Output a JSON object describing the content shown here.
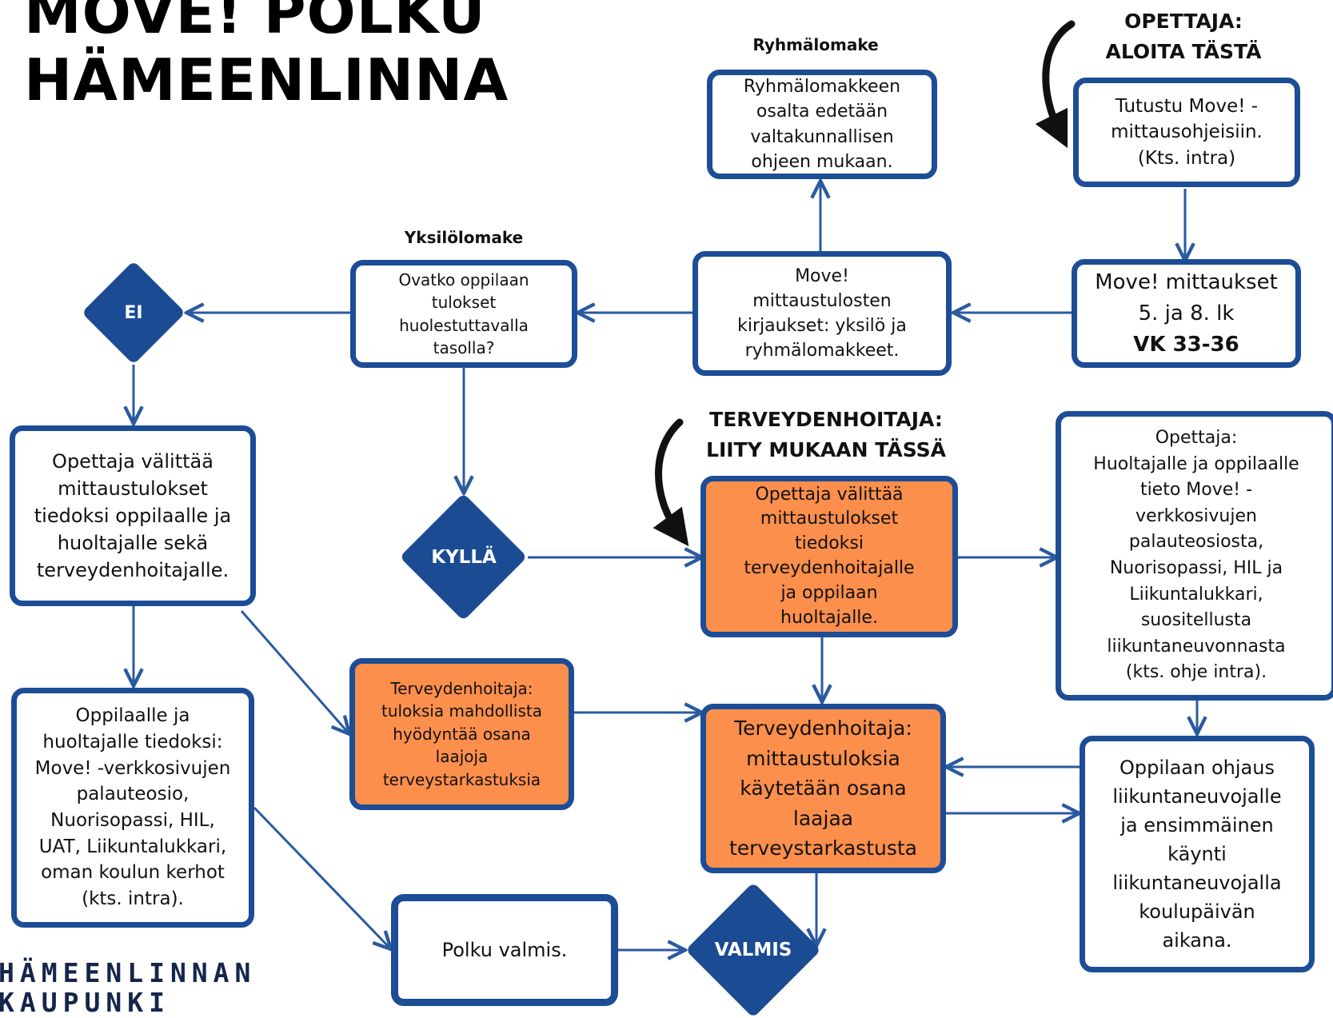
{
  "title": "MOVE! POLKU\nHÄMEENLINNA",
  "labels": {
    "ryhmalomake": "Ryhmälomake",
    "yksilolomake": "Yksilölomake"
  },
  "headings": {
    "opettaja": "OPETTAJA:\nALOITA TÄSTÄ",
    "terveydenhoitaja": "TERVEYDENHOITAJA:\nLIITY MUKAAN TÄSSÄ"
  },
  "boxes": {
    "tutustu": "Tutustu Move! -\nmittausohjeisiin.\n(Kts. intra)",
    "mittaukset_line1": "Move! mittaukset\n5. ja 8. lk",
    "mittaukset_line2": "VK 33-36",
    "kirjaukset": "Move!\nmittaustulosten\nkirjaukset: yksilö ja\nryhmälomakkeet.",
    "ryhmalomake_box": "Ryhmälomakkeen\nosalta edetään\nvaltakunnallisen\nohjeen mukaan.",
    "ovatko": "Ovatko oppilaan\ntulokset\nhuolestuttavalla\ntasolla?",
    "opettaja_valittaa_ei": "Opettaja välittää\nmittaustulokset\ntiedoksi oppilaalle ja\nhuoltajalle sekä\nterveydenhoitajalle.",
    "oppilaalle_tiedoksi": "Oppilaalle ja\nhuoltajalle tiedoksi:\nMove! -verkkosivujen\npalauteosio,\nNuorisopassi, HIL,\nUAT, Liikuntalukkari,\noman koulun kerhot\n(kts. intra).",
    "opettaja_valittaa_kylla": "Opettaja välittää\nmittaustulokset\ntiedoksi\nterveydenhoitajalle\nja oppilaan\nhuoltajalle.",
    "opettaja_tieto": "Opettaja:\nHuoltajalle ja oppilaalle\ntieto Move! -\nverkkosivujen\npalauteosiosta,\nNuorisopassi, HIL ja\nLiikuntalukkari,\nsuositellusta\nliikuntaneuvonnasta\n(kts. ohje intra).",
    "th_tuloksia": "Terveydenhoitaja:\ntuloksia mahdollista\nhyödyntää osana\nlaajoja\nterveystarkastuksia",
    "th_mittaustuloksia": "Terveydenhoitaja:\nmittaustuloksia\nkäytetään osana\nlaajaa\nterveystarkastusta",
    "ohjaus": "Oppilaan ohjaus\nliikuntaneuvojalle\nja ensimmäinen\nkäynti\nliikuntaneuvojalla\nkoulupäivän\naikana.",
    "polku_valmis": "Polku valmis."
  },
  "decisions": {
    "ei": "EI",
    "kylla": "KYLLÄ",
    "valmis": "VALMIS"
  },
  "logo": "HÄMEENLINNAN\nKAUPUNKI",
  "colors": {
    "border_blue": "#1c4d96",
    "diamond_blue": "#1b4b93",
    "orange": "#fc8f4c",
    "arrow_blue": "#2a5aa0"
  }
}
